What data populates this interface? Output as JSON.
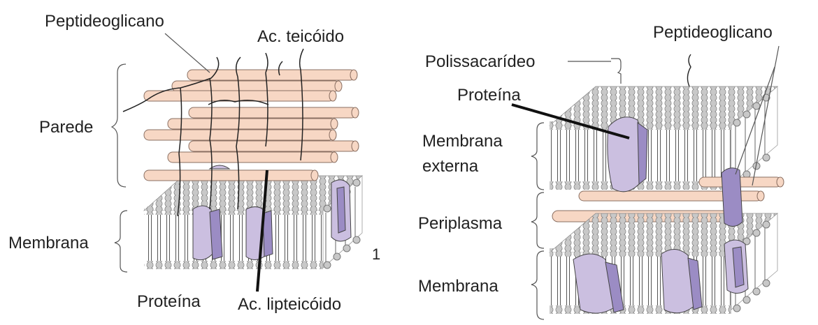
{
  "left_diagram": {
    "labels": {
      "peptidoglycan": "Peptideoglicano",
      "teichoic_acid": "Ac. teicóido",
      "wall": "Parede",
      "membrane": "Membrana",
      "protein": "Proteína",
      "lipoteichoic_acid": "Ac. lipteicóido",
      "panel_number": "1"
    }
  },
  "right_diagram": {
    "labels": {
      "polysaccharide": "Polissacarídeo",
      "peptidoglycan": "Peptideoglicano",
      "protein": "Proteína",
      "outer_membrane_line1": "Membrana",
      "outer_membrane_line2": "externa",
      "periplasm": "Periplasma",
      "membrane": "Membrana"
    }
  },
  "colors": {
    "rod_fill": "#f7d7c4",
    "lipid_head": "#c8c8c8",
    "protein_fill": "#cbbfe0",
    "protein_shade": "#9b8cc4",
    "line": "#222222"
  }
}
